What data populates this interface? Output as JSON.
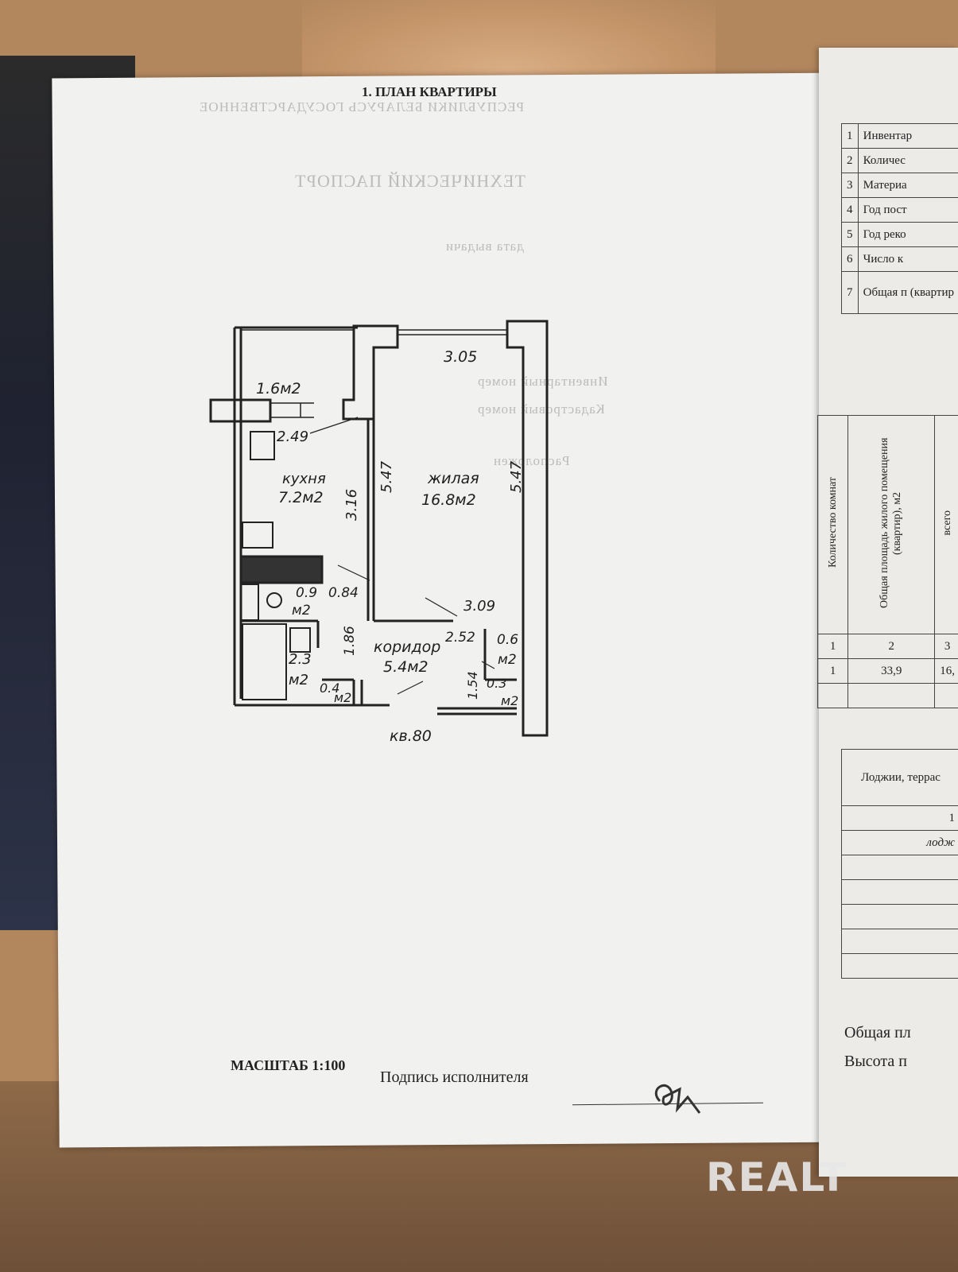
{
  "left_page": {
    "title": "1. ПЛАН КВАРТИРЫ",
    "scale_label": "МАСШТАБ 1:100",
    "signature_label": "Подпись исполнителя"
  },
  "plan": {
    "balcony_area": "1.6м2",
    "balcony_width": "2.49",
    "kitchen_name": "кухня",
    "kitchen_area": "7.2м2",
    "kitchen_length": "3.16",
    "living_name": "жилая",
    "living_area": "16.8м2",
    "living_width_top": "3.05",
    "living_length_left": "5.47",
    "living_length_right": "5.47",
    "wc_area_value": "0.9",
    "wc_area_unit": "м2",
    "wc_width": "0.84",
    "bath_area_value": "2.3",
    "bath_area_unit": "м2",
    "bath_length": "1.86",
    "closet_small_value": "0.4",
    "closet_small_unit": "м2",
    "corridor_name": "коридор",
    "corridor_area": "5.4м2",
    "corridor_width": "3.09",
    "corridor_len": "2.52",
    "storage_a_value": "0.6",
    "storage_a_unit": "м2",
    "storage_b_len": "1.54",
    "storage_b_value": "0.3",
    "storage_b_unit": "м2",
    "apt_number": "кв.80"
  },
  "right_page": {
    "table1_rows": [
      {
        "n": "1",
        "text": "Инвентар"
      },
      {
        "n": "2",
        "text": "Количес"
      },
      {
        "n": "3",
        "text": "Материа"
      },
      {
        "n": "4",
        "text": "Год пост"
      },
      {
        "n": "5",
        "text": "Год реко"
      },
      {
        "n": "6",
        "text": "Число к"
      },
      {
        "n": "7",
        "text": "Общая п (квартир"
      }
    ],
    "table2_headers": [
      "Количество комнат",
      "Общая площадь жилого помещения (квартир), м2",
      "всего"
    ],
    "table2_index": [
      "1",
      "2",
      "3"
    ],
    "table2_values": [
      "1",
      "33,9",
      "16,"
    ],
    "table3_header": "Лоджии, террас",
    "table3_sub": "1",
    "table3_row": "лодж",
    "note1": "Общая пл",
    "note2": "Высота п"
  },
  "watermark": "REALT"
}
